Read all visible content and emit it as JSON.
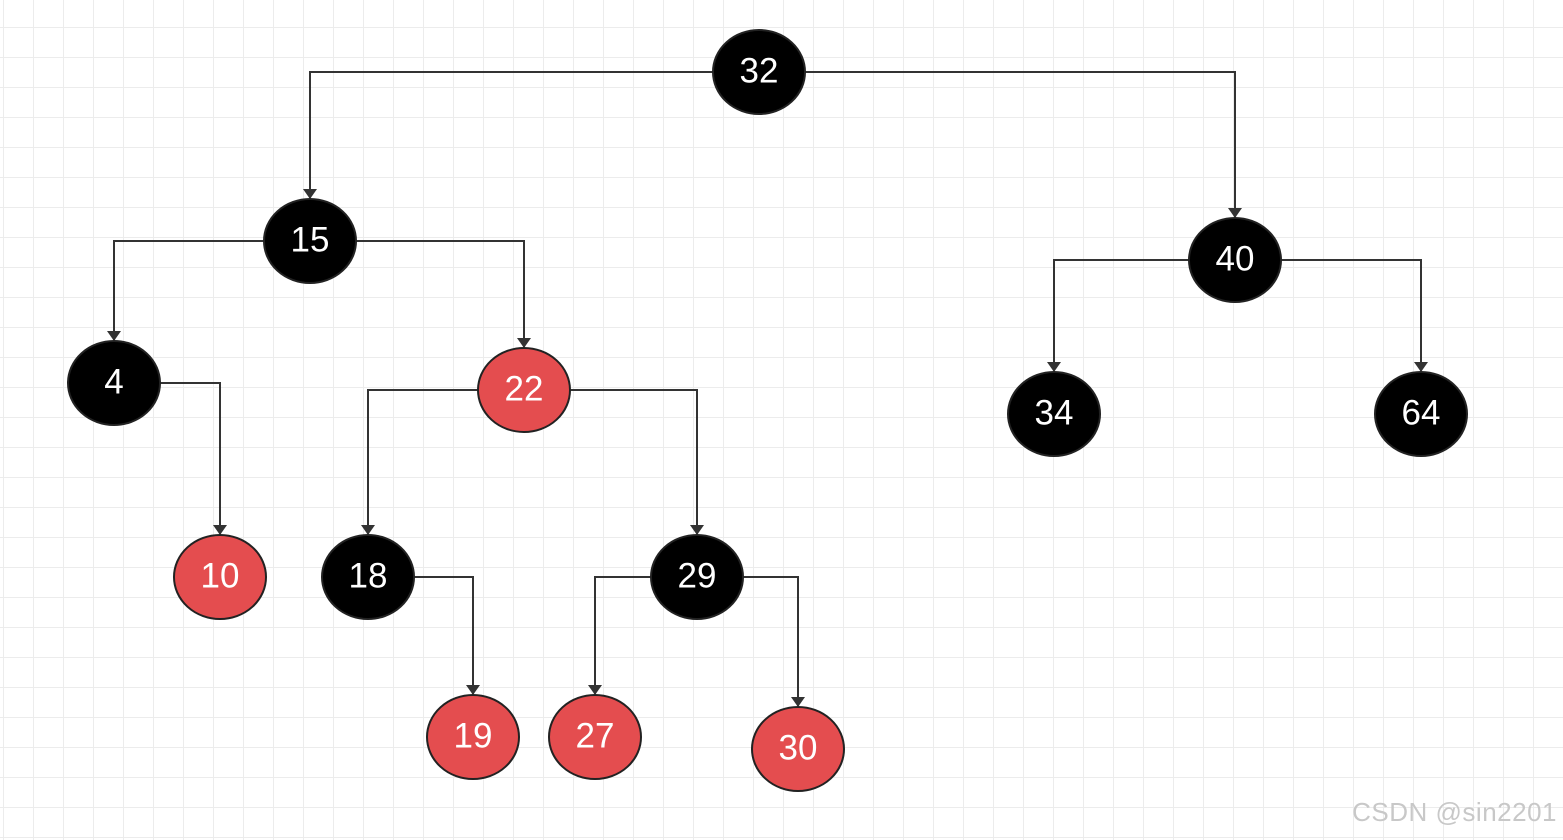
{
  "diagram": {
    "type": "red-black-tree",
    "node_colors": {
      "black": "#000000",
      "red": "#e44d4f",
      "edge": "#333333",
      "outline": "#222222"
    },
    "nodes": [
      {
        "id": "n32",
        "label": "32",
        "color": "black"
      },
      {
        "id": "n15",
        "label": "15",
        "color": "black"
      },
      {
        "id": "n40",
        "label": "40",
        "color": "black"
      },
      {
        "id": "n4",
        "label": "4",
        "color": "black"
      },
      {
        "id": "n22",
        "label": "22",
        "color": "red"
      },
      {
        "id": "n34",
        "label": "34",
        "color": "black"
      },
      {
        "id": "n64",
        "label": "64",
        "color": "black"
      },
      {
        "id": "n10",
        "label": "10",
        "color": "red"
      },
      {
        "id": "n18",
        "label": "18",
        "color": "black"
      },
      {
        "id": "n29",
        "label": "29",
        "color": "black"
      },
      {
        "id": "n19",
        "label": "19",
        "color": "red"
      },
      {
        "id": "n27",
        "label": "27",
        "color": "red"
      },
      {
        "id": "n30",
        "label": "30",
        "color": "red"
      }
    ],
    "edges": [
      {
        "from": "n32",
        "to": "n15"
      },
      {
        "from": "n32",
        "to": "n40"
      },
      {
        "from": "n15",
        "to": "n4"
      },
      {
        "from": "n15",
        "to": "n22"
      },
      {
        "from": "n40",
        "to": "n34"
      },
      {
        "from": "n40",
        "to": "n64"
      },
      {
        "from": "n4",
        "to": "n10"
      },
      {
        "from": "n22",
        "to": "n18"
      },
      {
        "from": "n22",
        "to": "n29"
      },
      {
        "from": "n18",
        "to": "n19"
      },
      {
        "from": "n29",
        "to": "n27"
      },
      {
        "from": "n29",
        "to": "n30"
      }
    ]
  },
  "watermark": "CSDN @sin2201"
}
